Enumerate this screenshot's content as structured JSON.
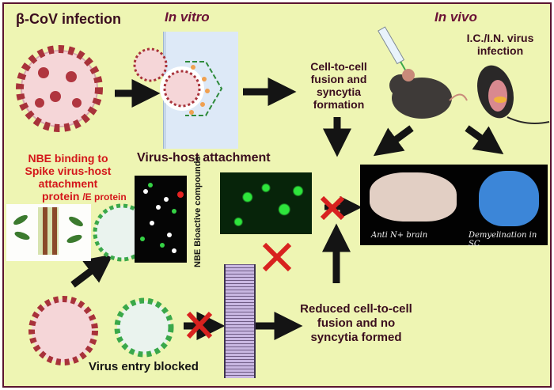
{
  "headings": {
    "main_title": "β-CoV infection",
    "in_vitro": "In vitro",
    "in_vivo": "In vivo"
  },
  "labels": {
    "virus_host_attachment": "Virus-host attachment",
    "cell_fusion_lines": [
      "Cell-to-cell",
      "fusion and",
      "syncytia",
      "formation"
    ],
    "ic_in_lines": [
      "I.C./I.N. virus",
      "infection"
    ],
    "nbe_binding_lines": [
      "NBE binding to",
      "Spike virus-host",
      "attachment"
    ],
    "nbe_binding_last": "protein ",
    "nbe_binding_e": "/E protein",
    "bioactive": "NBE Bioactive compounds",
    "anti_n_brain": "Anti N+ brain",
    "demyelination": "Demyelination in SC",
    "reduced_lines": [
      "Reduced cell-to-cell",
      "fusion and no",
      "syncytia formed"
    ],
    "virus_entry_blocked": "Virus entry blocked"
  },
  "colors": {
    "background": "#eef5b3",
    "border": "#5a1530",
    "dark_text": "#3a0d1e",
    "red_text": "#d4161a",
    "virus_red": "#a8323a",
    "virus_green": "#3aa84a",
    "arrow": "#141414",
    "cross": "#d8221f",
    "host_cell": "#dde9f7",
    "fluorescence": "#29e33a"
  }
}
